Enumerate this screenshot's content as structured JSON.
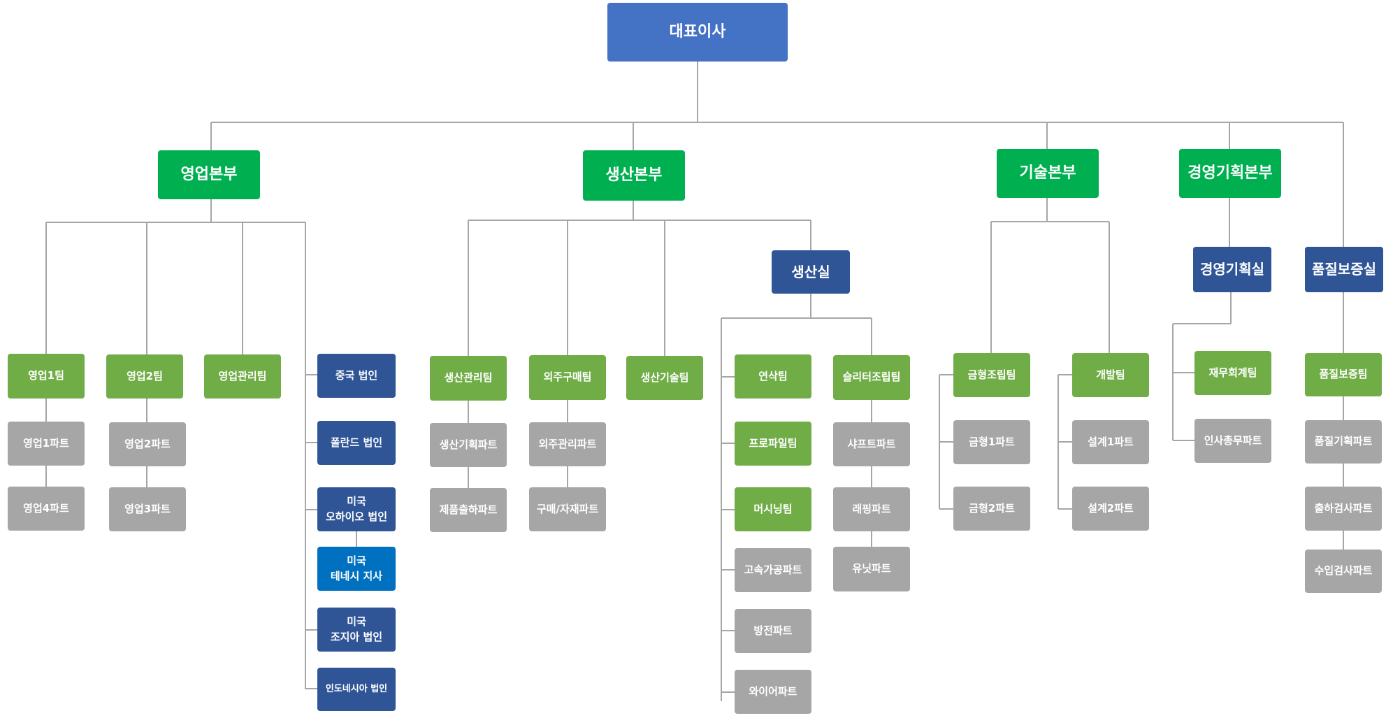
{
  "colors": {
    "ceo": "#4472c4",
    "headquarters": "#00b050",
    "office": "#2f5597",
    "team": "#70ad47",
    "part": "#a6a6a6",
    "branch": "#0070c0",
    "connector": "#a6a6a6"
  },
  "org": {
    "ceo": "대표이사",
    "sales": {
      "title": "영업본부",
      "team1": "영업1팀",
      "part1": "영업1파트",
      "part4": "영업4파트",
      "team2": "영업2팀",
      "part2": "영업2파트",
      "part3": "영업3파트",
      "mgmt": "영업관리팀",
      "china": "중국 법인",
      "poland": "폴란드 법인",
      "ohio": "미국\n오하이오 법인",
      "tennessee": "미국\n테네시 지사",
      "georgia": "미국\n조지아 법인",
      "indonesia": "인도네시아 법인"
    },
    "production": {
      "title": "생산본부",
      "mgmt_team": "생산관리팀",
      "planning_part": "생산기획파트",
      "shipping_part": "제품출하파트",
      "outsourcing_team": "외주구매팀",
      "outsourcing_mgmt_part": "외주관리파트",
      "purchasing_part": "구매/자재파트",
      "tech_team": "생산기술팀",
      "office": "생산실",
      "rolling_team": "연삭팀",
      "profiling_team": "프로파일팀",
      "machining_team": "머시닝팀",
      "highspeed_part": "고속가공파트",
      "edm_part": "방전파트",
      "wire_part": "와이어파트",
      "assembly_team": "슬리터조립팀",
      "shaft_part": "샤프트파트",
      "lapping_part": "래핑파트",
      "unit_part": "유닛파트"
    },
    "tech": {
      "title": "기술본부",
      "mold_team": "금형조립팀",
      "mold1_part": "금형1파트",
      "mold2_part": "금형2파트",
      "dev_team": "개발팀",
      "design1_part": "설계1파트",
      "design2_part": "설계2파트"
    },
    "management": {
      "title": "경영기획본부",
      "office": "경영기획실",
      "finance_team": "재무회계팀",
      "hr_part": "인사총무파트"
    },
    "quality": {
      "office": "품질보증실",
      "team": "품질보증팀",
      "planning_part": "품질기획파트",
      "shipping_inspect_part": "출하검사파트",
      "incoming_inspect_part": "수입검사파트"
    }
  }
}
